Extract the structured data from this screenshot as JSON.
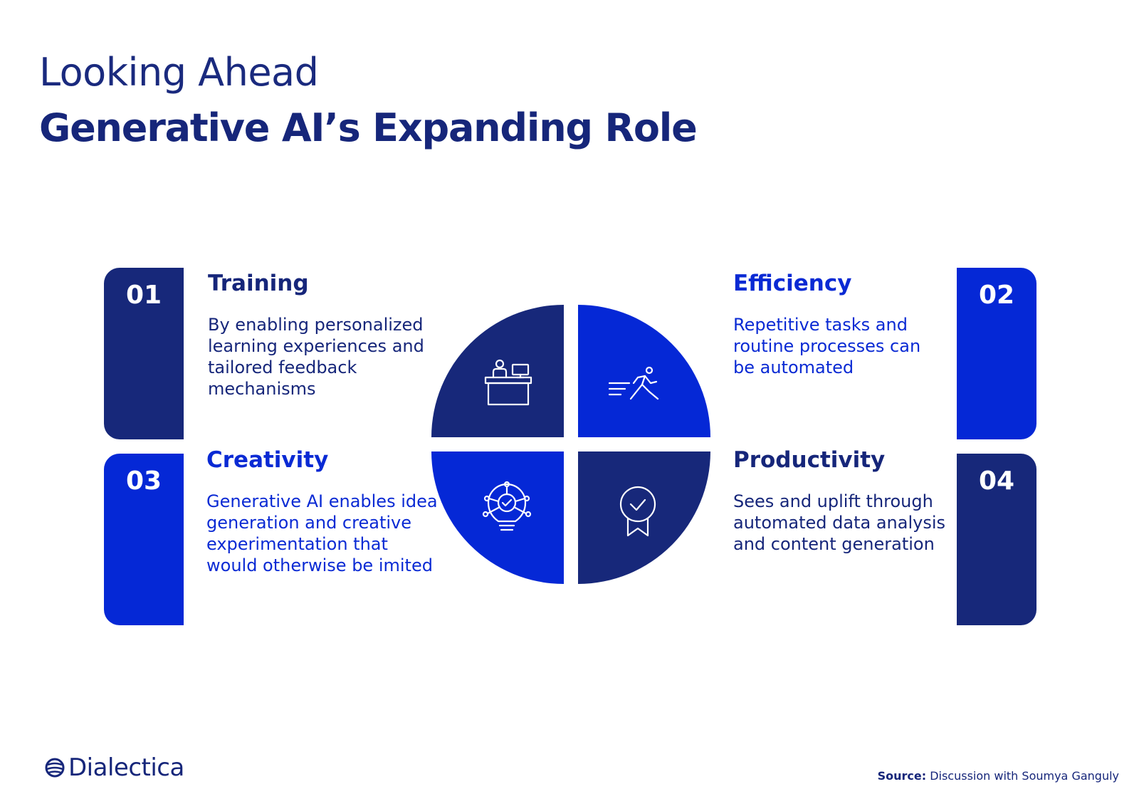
{
  "header": {
    "title_light": "Looking Ahead",
    "title_bold": "Generative AI’s Expanding Role"
  },
  "colors": {
    "navy": "#17287a",
    "blue": "#0528d6",
    "background": "#ffffff"
  },
  "items": [
    {
      "number": "01",
      "title": "Training",
      "description": "By enabling personalized learning experiences and tailored feedback mechanisms",
      "icon": "reception-desk-icon",
      "tone": "navy"
    },
    {
      "number": "02",
      "title": "Efficiency",
      "description": "Repetitive tasks and routine processes can be automated",
      "icon": "running-person-icon",
      "tone": "blue"
    },
    {
      "number": "03",
      "title": "Creativity",
      "description": "Generative AI enables idea generation and creative experimentation that would otherwise be imited",
      "icon": "lightbulb-network-icon",
      "tone": "blue"
    },
    {
      "number": "04",
      "title": "Productivity",
      "description": "Sees and uplift through automated data analysis and content generation",
      "icon": "award-badge-icon",
      "tone": "navy"
    }
  ],
  "footer": {
    "logo_text": "Dialectica",
    "logo_icon": "globe-icon",
    "source_label": "Source:",
    "source_text": "Discussion with Soumya Ganguly"
  }
}
